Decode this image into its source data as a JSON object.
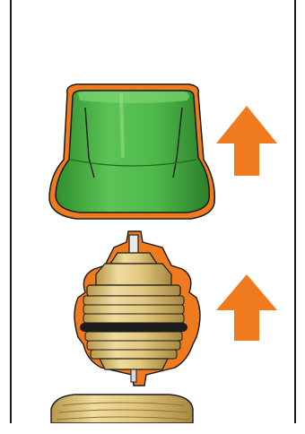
{
  "illustration": {
    "steps": [
      {
        "part": "protective-cap",
        "direction": "up"
      },
      {
        "part": "valve-insert",
        "direction": "up"
      }
    ],
    "colors": {
      "cap_green": "#4fb84a",
      "cap_green_dark": "#2e8a2c",
      "highlight_orange": "#f07a1e",
      "arrow_orange": "#f07a1e",
      "brass": "#e2c77e",
      "brass_dark": "#b8974a",
      "o_ring": "#1c1c1c",
      "outline": "#1a1a1a"
    }
  }
}
